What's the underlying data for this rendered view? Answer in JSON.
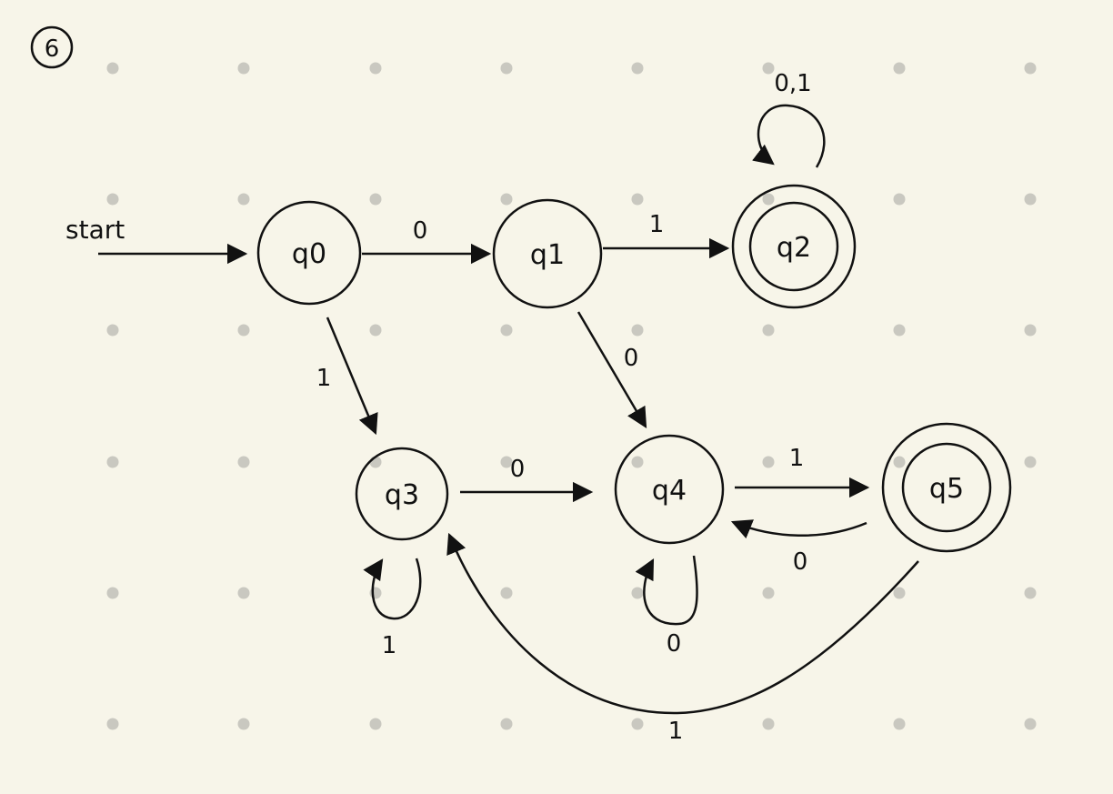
{
  "diagram": {
    "problem_number": "6",
    "start_label": "start",
    "states": [
      {
        "id": "q0",
        "label": "q0",
        "accepting": false
      },
      {
        "id": "q1",
        "label": "q1",
        "accepting": false
      },
      {
        "id": "q2",
        "label": "q2",
        "accepting": true
      },
      {
        "id": "q3",
        "label": "q3",
        "accepting": false
      },
      {
        "id": "q4",
        "label": "q4",
        "accepting": false
      },
      {
        "id": "q5",
        "label": "q5",
        "accepting": true
      }
    ],
    "transitions": [
      {
        "from": "q0",
        "to": "q1",
        "label": "0"
      },
      {
        "from": "q1",
        "to": "q2",
        "label": "1"
      },
      {
        "from": "q2",
        "to": "q2",
        "label": "0,1"
      },
      {
        "from": "q0",
        "to": "q3",
        "label": "1"
      },
      {
        "from": "q1",
        "to": "q4",
        "label": "0"
      },
      {
        "from": "q3",
        "to": "q4",
        "label": "0"
      },
      {
        "from": "q3",
        "to": "q3",
        "label": "1"
      },
      {
        "from": "q4",
        "to": "q5",
        "label": "1"
      },
      {
        "from": "q5",
        "to": "q4",
        "label": "0"
      },
      {
        "from": "q4",
        "to": "q4",
        "label": "0"
      },
      {
        "from": "q5",
        "to": "q3",
        "label": "1"
      }
    ]
  }
}
